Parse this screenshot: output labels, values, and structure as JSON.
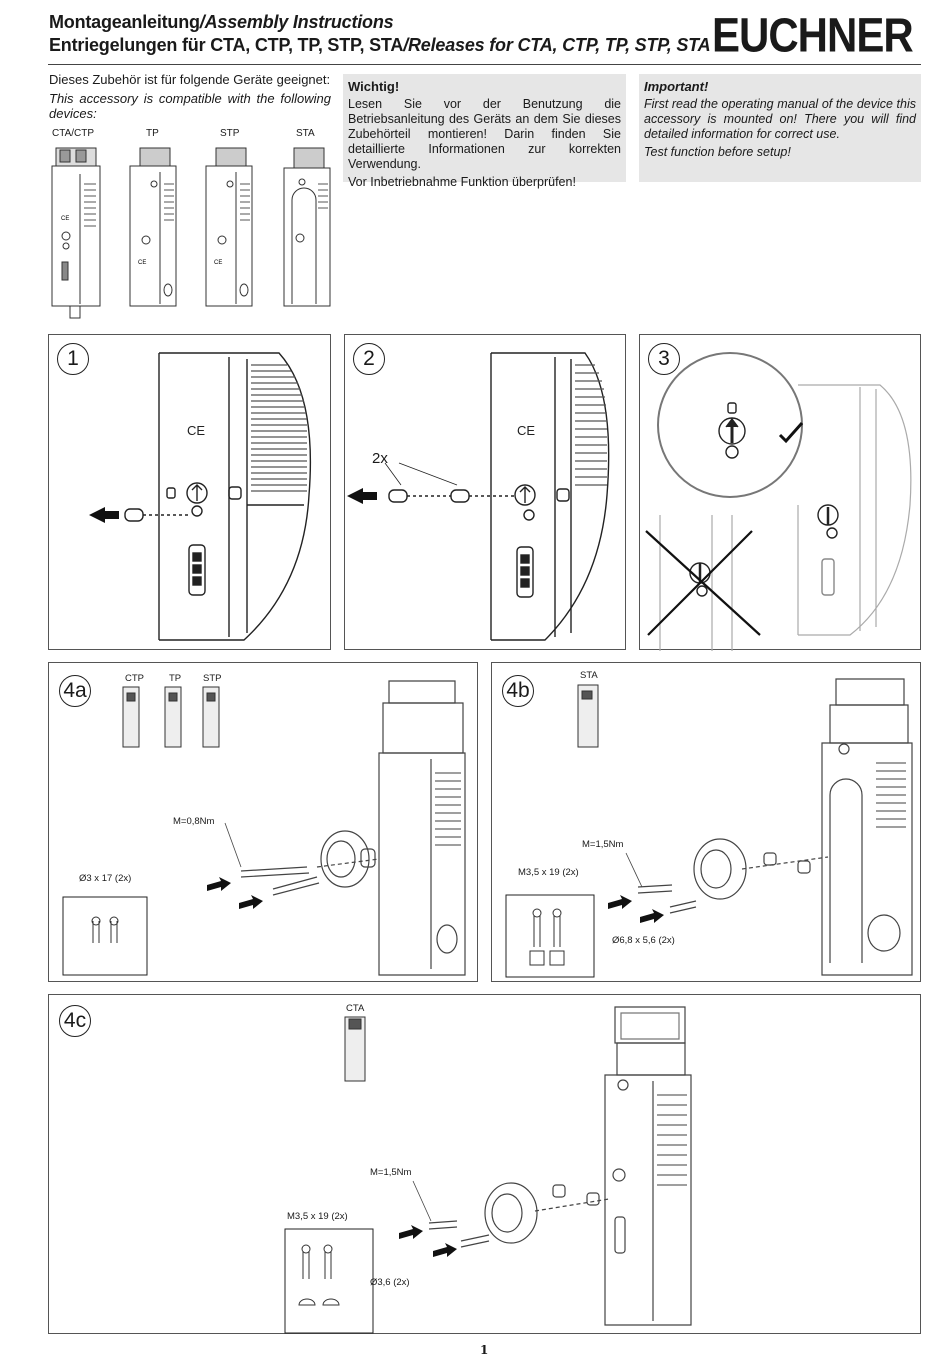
{
  "header": {
    "line1_de": "Montageanleitung",
    "line1_sep": "/",
    "line1_en": "Assembly Instructions",
    "line2_de": "Entriegelungen für CTA, CTP, TP, STP, STA",
    "line2_sep": "/",
    "line2_en": "Releases for CTA, CTP, TP, STP, STA",
    "brand": "EUCHNER"
  },
  "compat": {
    "de": "Dieses Zubehör ist für folgende Geräte geeignet:",
    "en": "This accessory is compatible with the following devices:",
    "devices": [
      "CTA/CTP",
      "TP",
      "STP",
      "STA"
    ]
  },
  "notice_de": {
    "heading": "Wichtig!",
    "p1": "Lesen Sie vor der Benutzung die Betriebsanleitung des Geräts an dem Sie dieses Zubehörteil montieren!  Darin finden Sie detaillierte Informationen zur korrekten Verwendung.",
    "p2": "Vor Inbetriebnahme Funktion überprüfen!"
  },
  "notice_en": {
    "heading": "Important!",
    "p1": "First read the operating manual of the device this accessory is mounted on!  There you will find detailed information for correct use.",
    "p2": "Test function before setup!"
  },
  "steps": {
    "s1": "1",
    "s2": "2",
    "s3": "3",
    "s2_count": "2x",
    "s4a": "4a",
    "s4b": "4b",
    "s4c": "4c"
  },
  "step4a": {
    "devices": [
      "CTP",
      "TP",
      "STP"
    ],
    "torque": "M=0,8Nm",
    "screws": "Ø3 x 17 (2x)"
  },
  "step4b": {
    "devices": [
      "STA"
    ],
    "torque": "M=1,5Nm",
    "screws": "M3,5 x 19 (2x)",
    "spacers": "Ø6,8 x 5,6 (2x)"
  },
  "step4c": {
    "devices": [
      "CTA"
    ],
    "torque": "M=1,5Nm",
    "screws": "M3,5 x 19 (2x)",
    "nuts": "Ø3,6 (2x)"
  },
  "footer": {
    "page": "1"
  },
  "colors": {
    "panel_border": "#555555",
    "notice_bg": "#e6e6e6",
    "text": "#1a1a1a"
  }
}
